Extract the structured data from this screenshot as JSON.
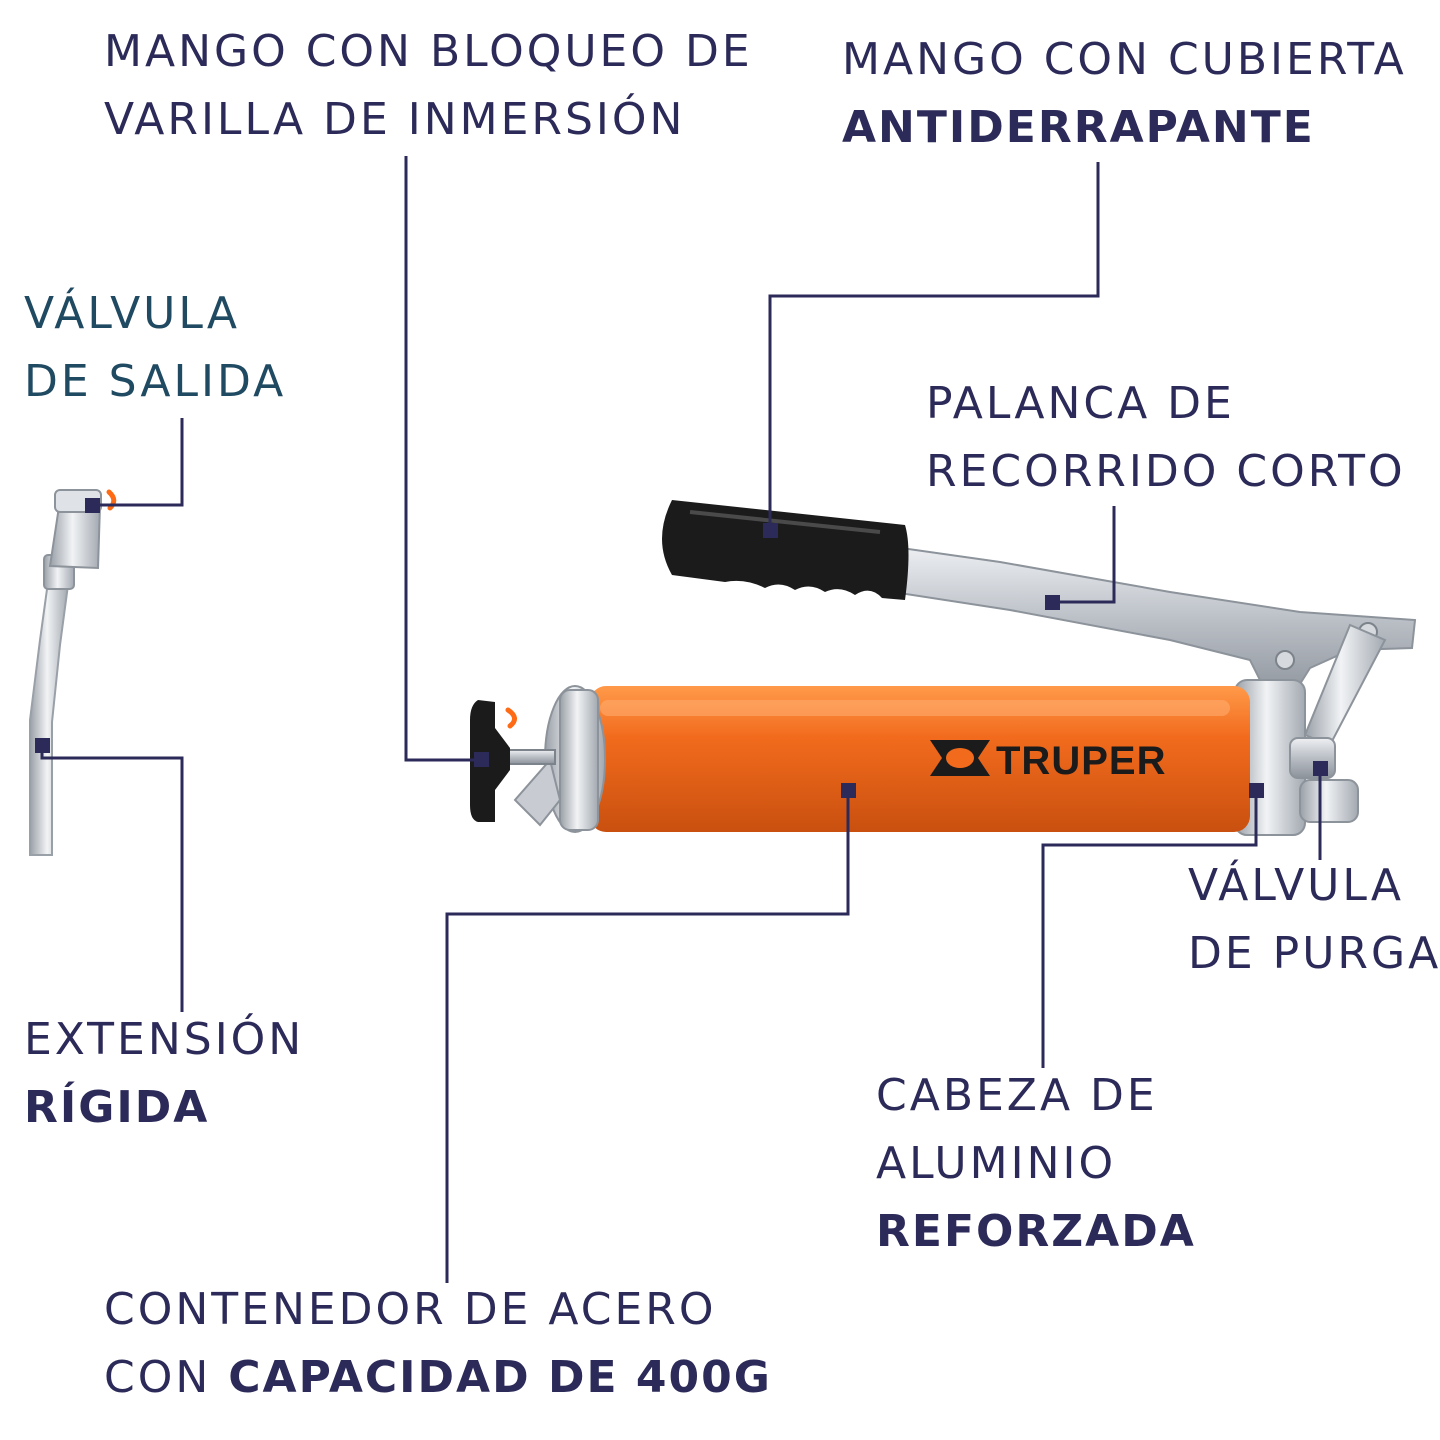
{
  "colors": {
    "label_text": "#2b2a58",
    "label_text_teal": "#1f4a62",
    "leader_line": "#2b2a58",
    "marker": "#2b2a58",
    "accent_orange": "#ff6a14",
    "barrel_orange": "#f26b1d",
    "grip_black": "#1b1b1b",
    "metal": "#c8ccd2"
  },
  "brand": {
    "logo_text": "TRUPER",
    "logo_icon": "truper-logo-icon"
  },
  "labels": {
    "bloqueo": {
      "line1": "MANGO CON BLOQUEO DE",
      "line2": "VARILLA DE INMERSIÓN"
    },
    "cubierta": {
      "line1": "MANGO CON CUBIERTA",
      "line2_bold": "ANTIDERRAPANTE"
    },
    "salida": {
      "line1": "VÁLVULA",
      "line2": "DE SALIDA"
    },
    "palanca": {
      "line1": "PALANCA DE",
      "line2": "RECORRIDO CORTO"
    },
    "purga": {
      "line1": "VÁLVULA",
      "line2": "DE PURGA"
    },
    "extension": {
      "line1": "EXTENSIÓN",
      "line2_bold": "RÍGIDA"
    },
    "cabeza": {
      "line1": "CABEZA DE",
      "line2": "ALUMINIO",
      "line3_bold": "REFORZADA"
    },
    "contenedor": {
      "line1": "CONTENEDOR DE ACERO",
      "line2_plain": "CON ",
      "line2_bold": "CAPACIDAD DE 400G"
    }
  }
}
